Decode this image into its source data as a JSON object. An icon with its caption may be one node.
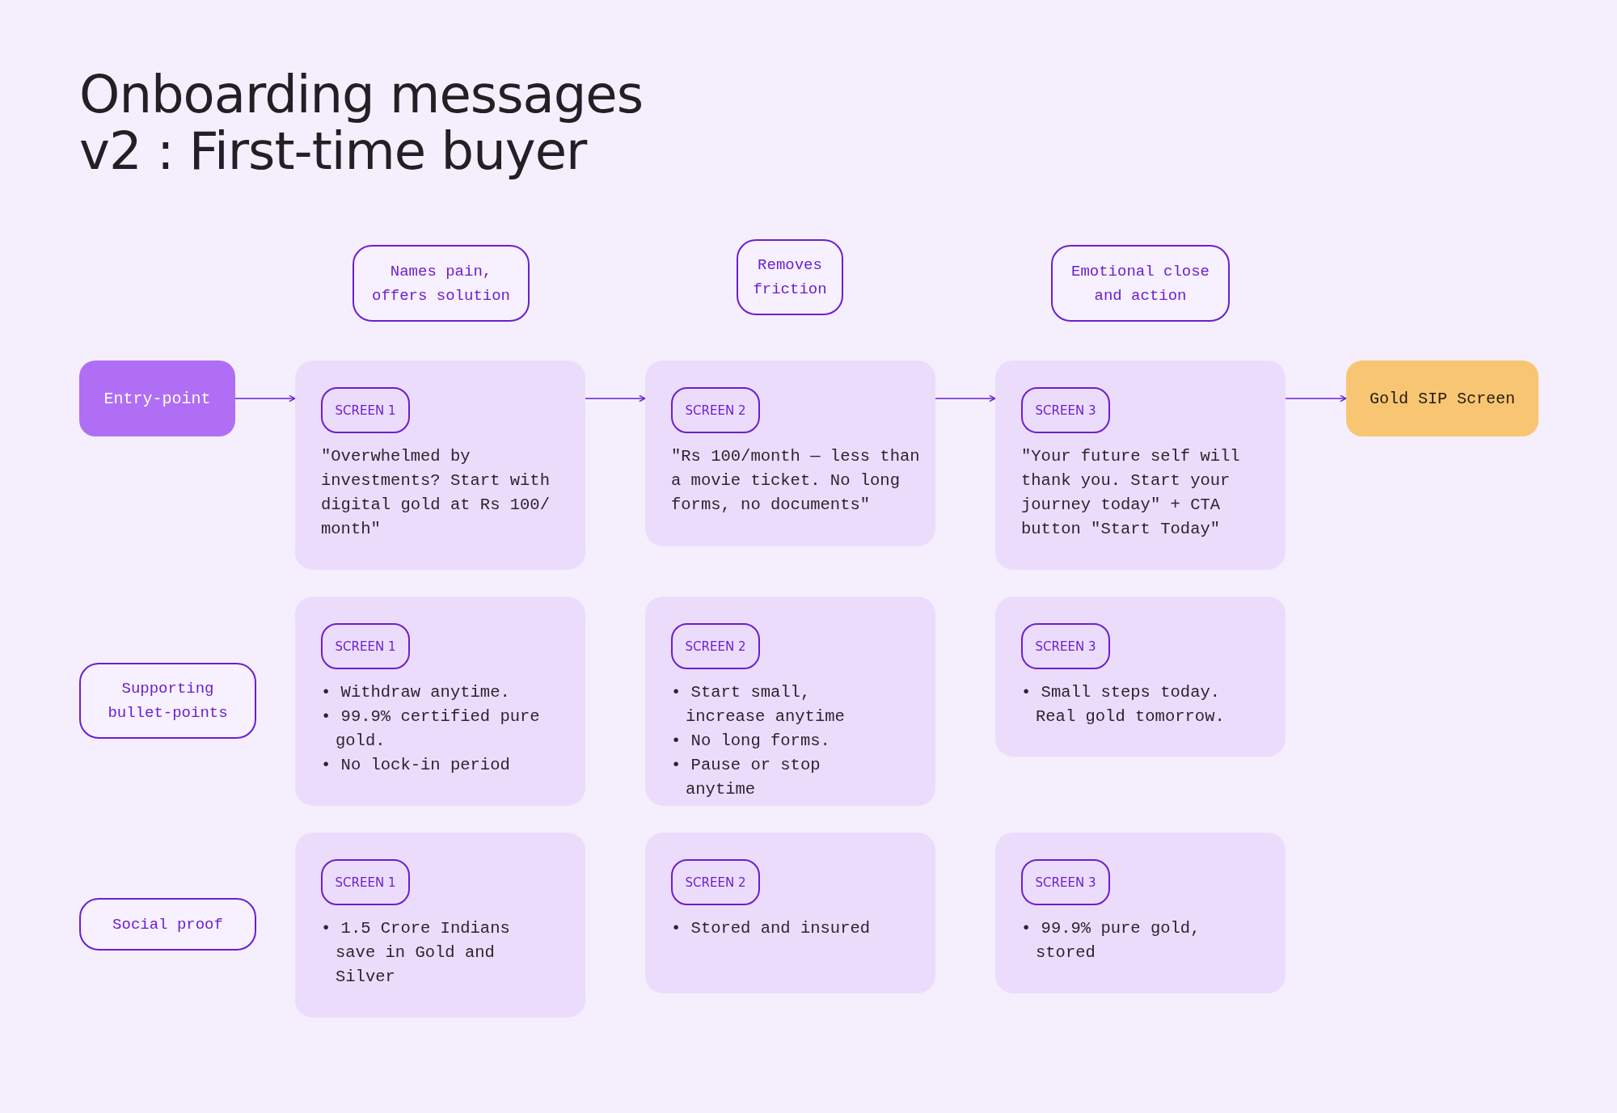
{
  "diagram": {
    "title": "Onboarding messages v2 : First-time buyer",
    "nodes": [
      {
        "text": [
          "Names pain, offers solution"
        ]
      },
      {
        "text": [
          "Removes friction"
        ]
      },
      {
        "text": [
          "Emotional close and action"
        ]
      },
      {
        "text": [
          "Entry-point"
        ]
      },
      {
        "text": [
          "\"Overwhelmed by investments? Start with digital gold at Rs 100/ month\""
        ]
      },
      {
        "text": [
          "SCREEN 1"
        ],
        "in": 4
      },
      {
        "text": [
          "\"Rs 100/month — less than a movie ticket. No long forms, no documents\""
        ]
      },
      {
        "text": [
          "SCREEN 2"
        ],
        "in": 6
      },
      {
        "text": [
          "\"Your future self will thank you. Start your journey today\" + CTA button \"Start Today\""
        ]
      },
      {
        "text": [
          "SCREEN 3"
        ],
        "in": 8
      },
      {
        "text": [
          "Gold SIP Screen"
        ]
      },
      {
        "text": [
          "Supporting bullet-points"
        ]
      },
      {
        "text": [
          "• Withdraw anytime.",
          "• 99.9% certified pure gold.",
          "• No lock-in period"
        ]
      },
      {
        "text": [
          "SCREEN 1"
        ],
        "in": 12
      },
      {
        "text": [
          "• Start small, increase anytime",
          "• No long forms.",
          "• Pause or stop anytime"
        ]
      },
      {
        "text": [
          "SCREEN 2"
        ],
        "in": 14
      },
      {
        "text": [
          "• Small steps today. Real gold tomorrow."
        ]
      },
      {
        "text": [
          "SCREEN 3"
        ],
        "in": 16
      },
      {
        "text": [
          "Social proof"
        ]
      },
      {
        "text": [
          "• 1.5 Crore Indians save in Gold and Silver"
        ]
      },
      {
        "text": [
          "SCREEN 1"
        ],
        "in": 19
      },
      {
        "text": [
          "• Stored and insured"
        ]
      },
      {
        "text": [
          "SCREEN 2"
        ],
        "in": 21
      },
      {
        "text": [
          "• 99.9% pure gold, stored"
        ]
      },
      {
        "text": [
          "SCREEN 3"
        ],
        "in": 23
      }
    ],
    "edges": [
      {
        "from": 3,
        "to": 4,
        "arrow": "to"
      },
      {
        "from": 4,
        "to": 6,
        "arrow": "to"
      },
      {
        "from": 6,
        "to": 8,
        "arrow": "to"
      },
      {
        "from": 8,
        "to": 10,
        "arrow": "to"
      }
    ]
  }
}
